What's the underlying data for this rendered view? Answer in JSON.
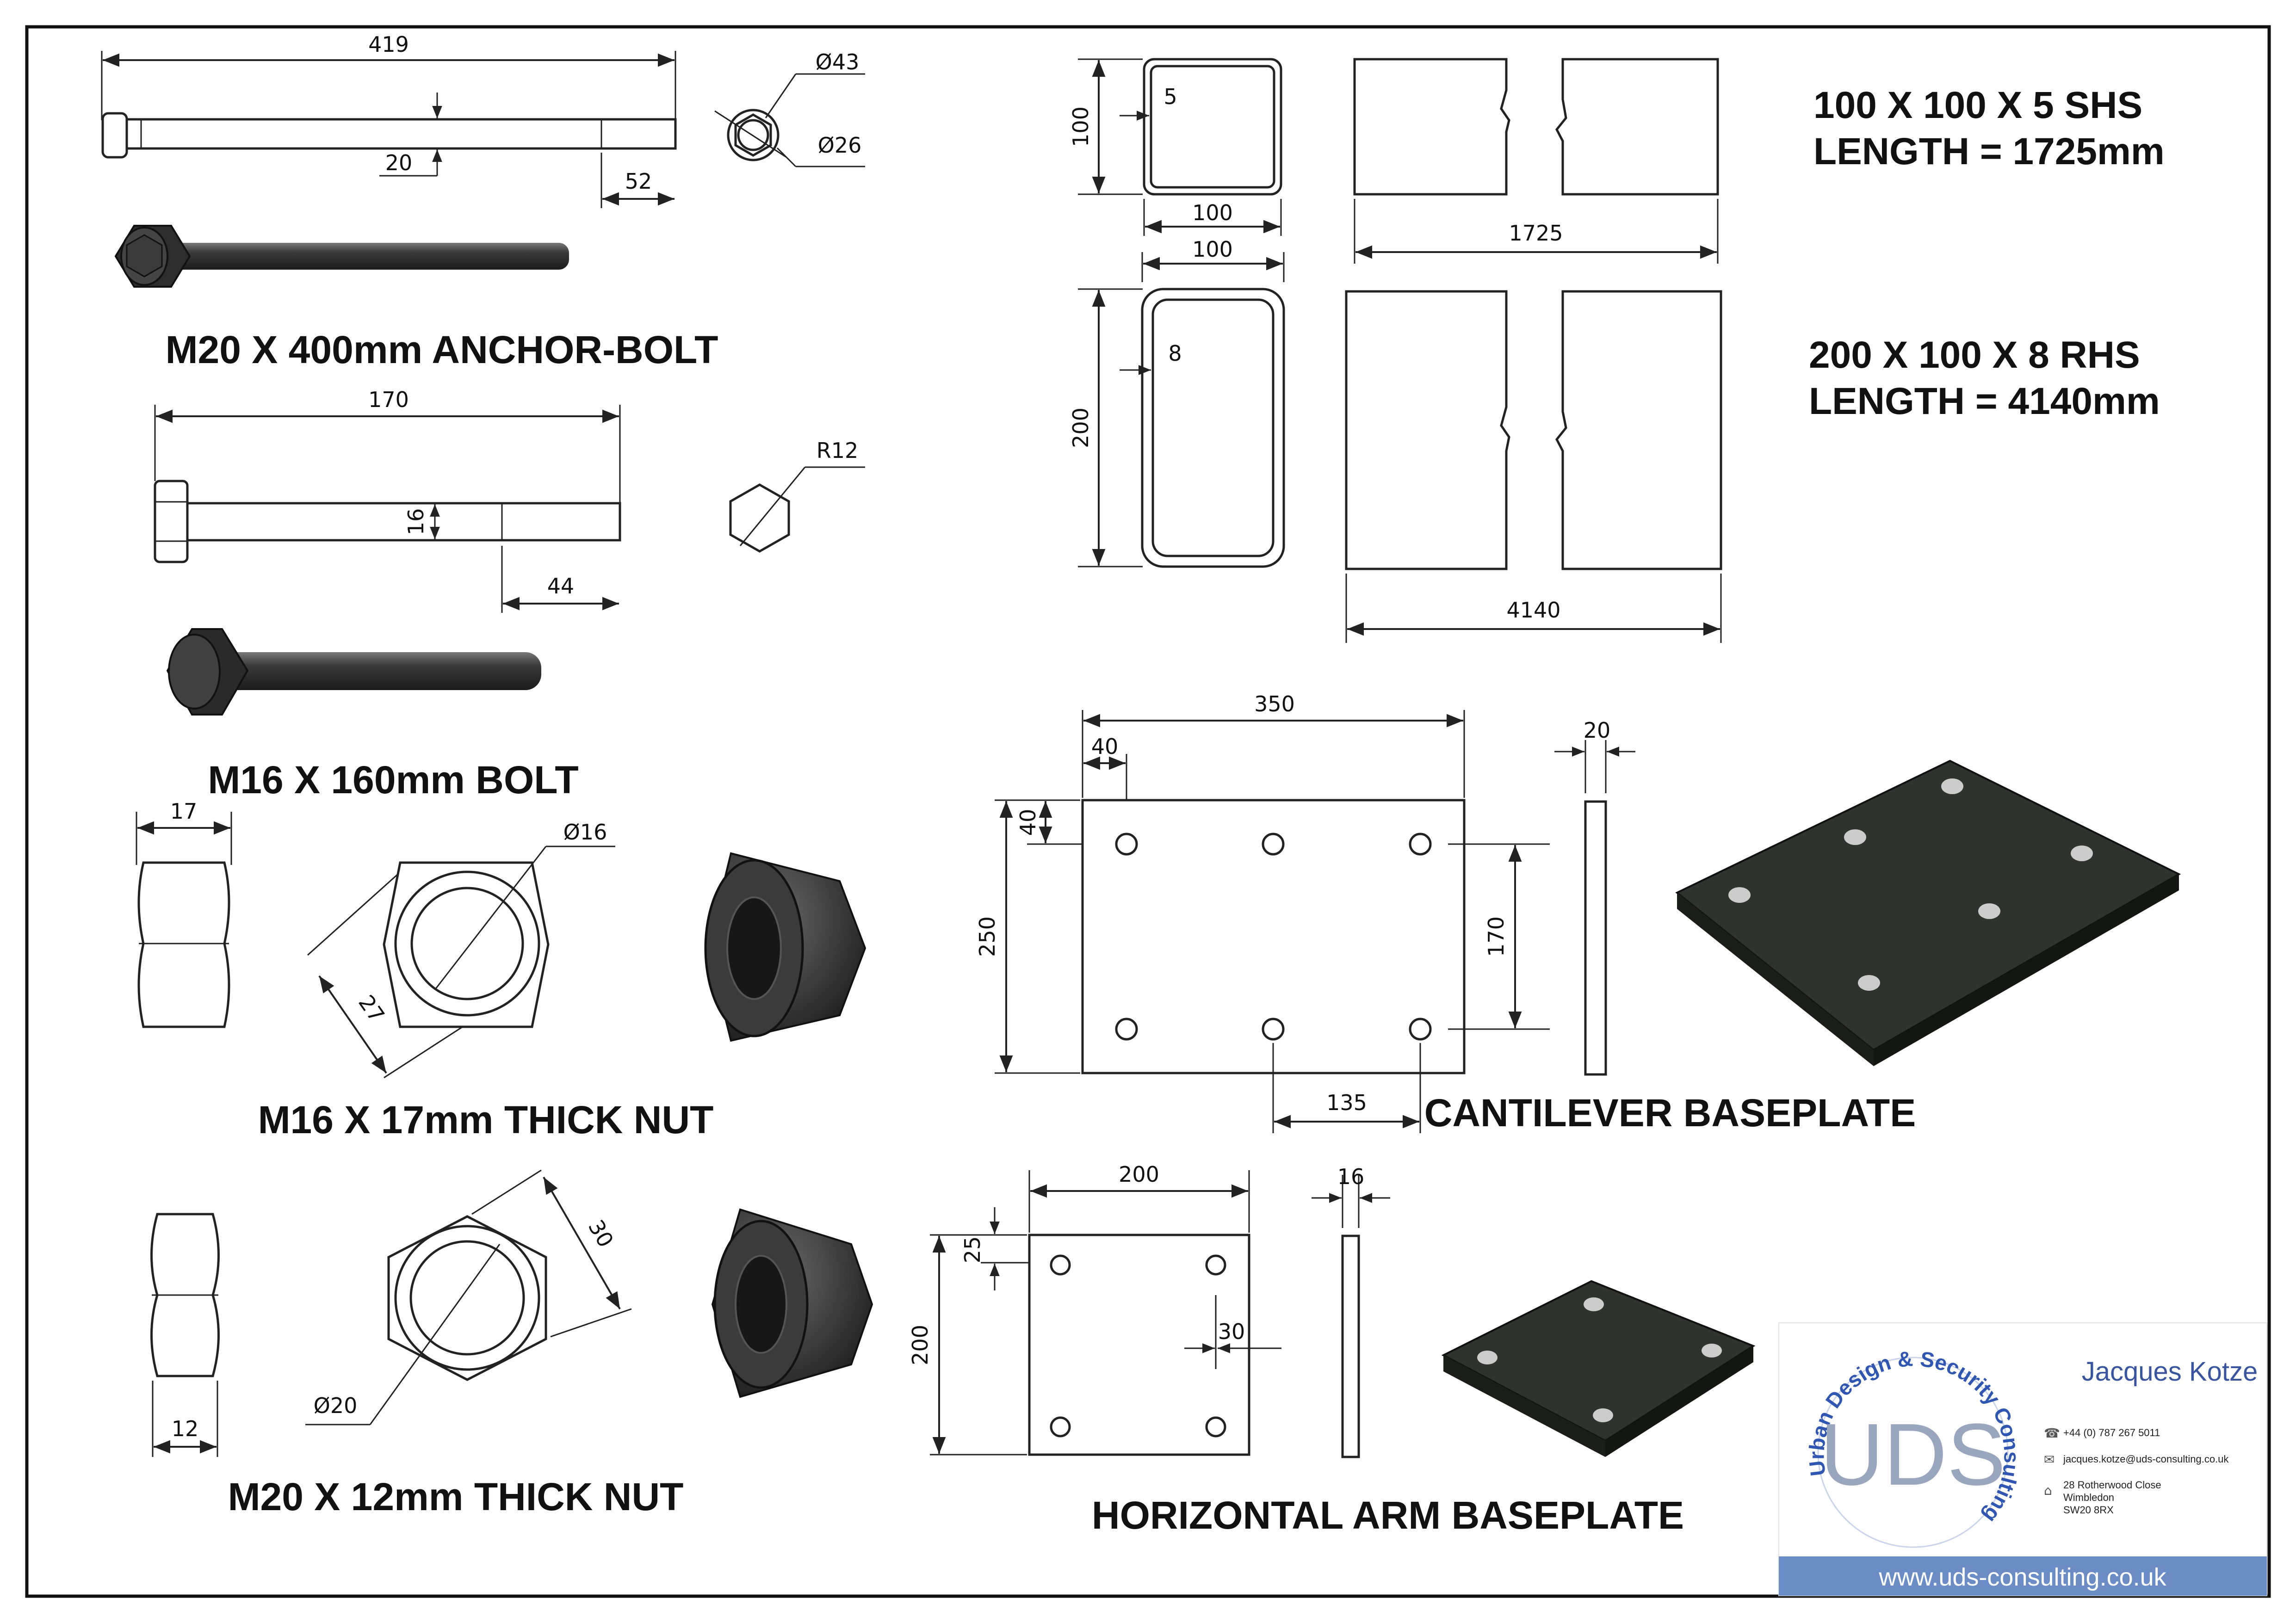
{
  "drawing": {
    "anchor_bolt": {
      "title": "M20 X 400mm ANCHOR-BOLT",
      "length": "419",
      "dia": "20",
      "thread": "52",
      "od": "Ø43",
      "id": "Ø26"
    },
    "bolt": {
      "title": "M16 X 160mm BOLT",
      "length": "170",
      "dia": "16",
      "thread": "44",
      "radius": "R12"
    },
    "nut16": {
      "title": "M16 X 17mm THICK NUT",
      "thickness": "17",
      "across": "27",
      "hole": "Ø16"
    },
    "nut20": {
      "title": "M20 X 12mm THICK NUT",
      "thickness": "12",
      "across": "30",
      "hole": "Ø20"
    },
    "shs": {
      "title_line1": "100 X 100 X 5 SHS",
      "title_line2": "LENGTH = 1725mm",
      "height": "100",
      "wall": "5",
      "width": "100",
      "length": "1725"
    },
    "rhs": {
      "title_line1": "200 X 100 X 8 RHS",
      "title_line2": "LENGTH = 4140mm",
      "height": "200",
      "wall": "8",
      "width": "100",
      "length": "4140"
    },
    "cantilever": {
      "title": "CANTILEVER BASEPLATE",
      "width": "350",
      "edge_x": "40",
      "edge_y": "40",
      "height": "250",
      "pitch_y": "170",
      "pitch_x": "135",
      "thickness": "20"
    },
    "arm": {
      "title": "HORIZONTAL ARM BASEPLATE",
      "width": "200",
      "edge_y": "25",
      "height": "200",
      "gap": "30",
      "thickness": "16"
    }
  },
  "card": {
    "logo_text": "Urban Design & Security Consulting",
    "monogram": "UDS",
    "name": "Jacques Kotze",
    "phone": "+44 (0) 787 267 5011",
    "email": "jacques.kotze@uds-consulting.co.uk",
    "address1": "28 Rotherwood Close",
    "address2": "Wimbledon",
    "address3": "SW20 8RX",
    "url": "www.uds-consulting.co.uk"
  }
}
